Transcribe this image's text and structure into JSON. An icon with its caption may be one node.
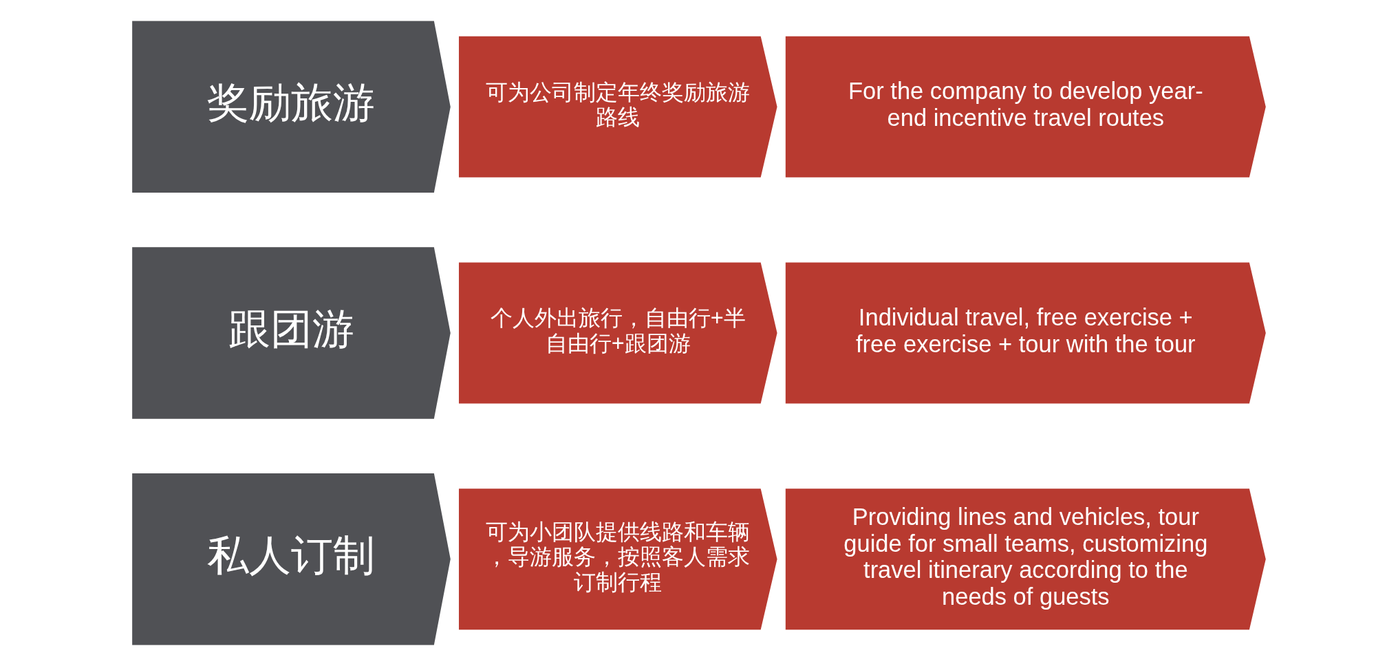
{
  "diagram": {
    "nodes": [
      {
        "text": [
          "奖励旅游"
        ]
      },
      {
        "text": [
          "可为公司制定年终奖励旅游路线"
        ]
      },
      {
        "text": [
          "For the company to develop year-end incentive travel routes"
        ]
      },
      {
        "text": [
          "跟团游"
        ]
      },
      {
        "text": [
          "个人外出旅行，自由行+半自由行+跟团游"
        ]
      },
      {
        "text": [
          "Individual travel, free exercise + free exercise + tour with the tour"
        ]
      },
      {
        "text": [
          "私人订制"
        ]
      },
      {
        "text": [
          "可为小团队提供线路和车辆，导游服务，按照客人需求订制行程"
        ]
      },
      {
        "text": [
          "Providing lines and vehicles, tour guide for small teams, customizing travel itinerary according to the needs of guests"
        ]
      }
    ],
    "edges": []
  }
}
